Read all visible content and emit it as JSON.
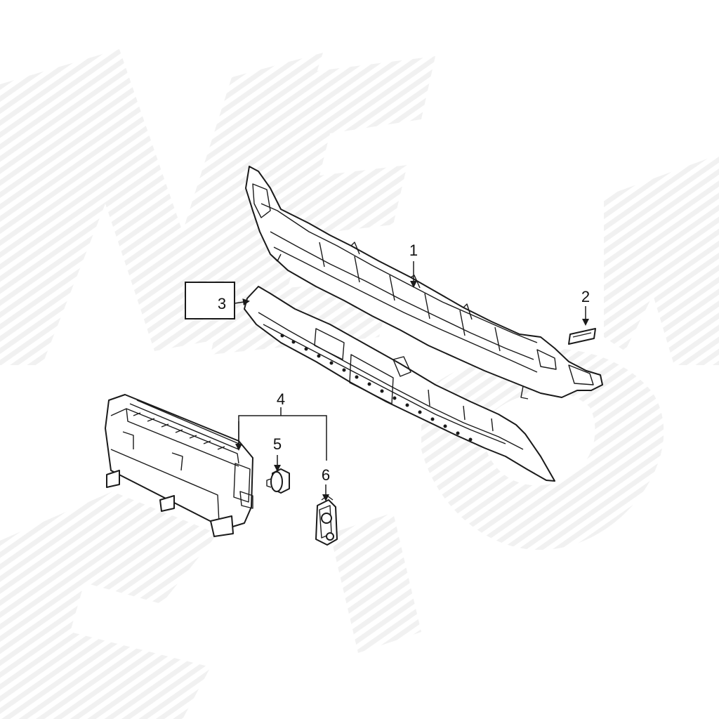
{
  "callouts": {
    "c1": "1",
    "c2": "2",
    "c3": "3",
    "c4": "4",
    "c5": "5",
    "c6": "6"
  },
  "colors": {
    "line": "#1a1a1a",
    "watermark": "#f1f1f1"
  }
}
